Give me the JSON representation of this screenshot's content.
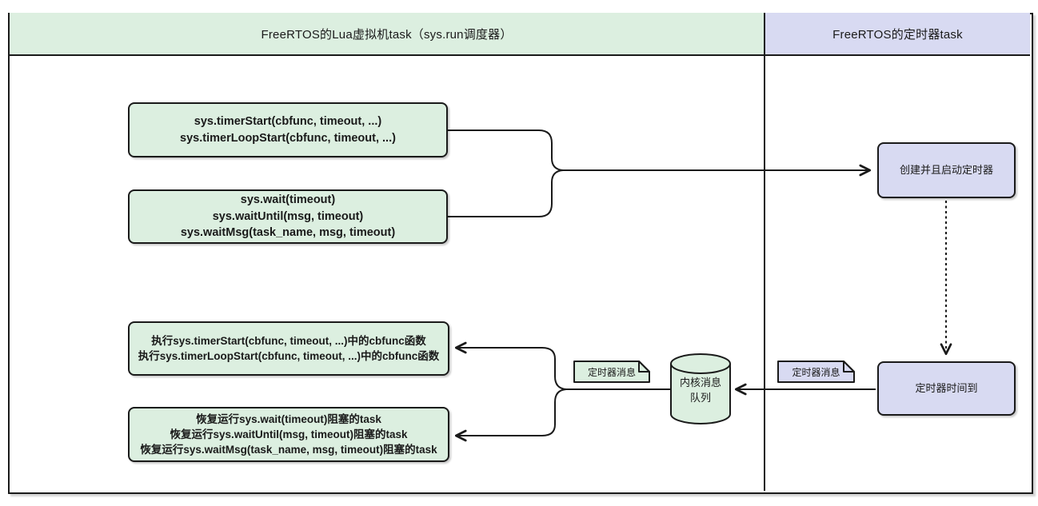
{
  "diagram": {
    "lanes": {
      "left_title": "FreeRTOS的Lua虚拟机task（sys.run调度器）",
      "right_title": "FreeRTOS的定时器task"
    },
    "nodes": {
      "timer_calls": "sys.timerStart(cbfunc, timeout, ...)\nsys.timerLoopStart(cbfunc, timeout, ...)",
      "wait_calls": "sys.wait(timeout)\nsys.waitUntil(msg, timeout)\nsys.waitMsg(task_name, msg, timeout)",
      "run_cbfunc": "执行sys.timerStart(cbfunc, timeout, ...)中的cbfunc函数\n执行sys.timerLoopStart(cbfunc, timeout, ...)中的cbfunc函数",
      "resume_task": "恢复运行sys.wait(timeout)阻塞的task\n恢复运行sys.waitUntil(msg, timeout)阻塞的task\n恢复运行sys.waitMsg(task_name, msg, timeout)阻塞的task",
      "create_timer": "创建并且启动定时器",
      "timer_fired": "定时器时间到",
      "kernel_queue": "内核消息\n队列",
      "timer_msg_left": "定时器消息",
      "timer_msg_right": "定时器消息"
    },
    "colors": {
      "green_fill": "#dcefe0",
      "lavender_fill": "#d8daf2",
      "stroke": "#1a1a1a",
      "background": "#ffffff"
    }
  }
}
